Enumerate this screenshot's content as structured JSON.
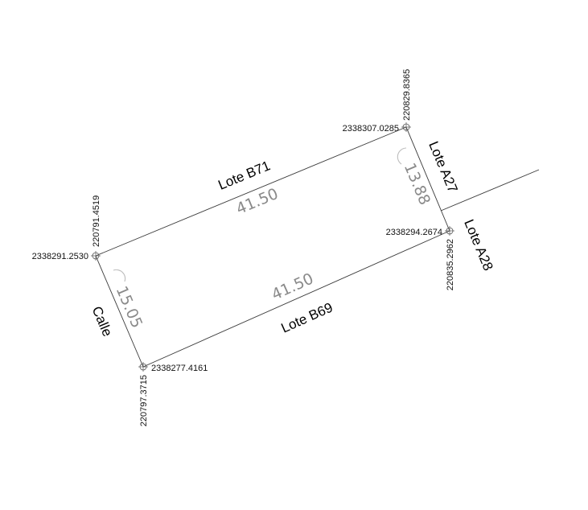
{
  "plan": {
    "vertices": [
      {
        "id": "nw",
        "north": "2338291.2530",
        "east": "220791.4519"
      },
      {
        "id": "ne",
        "north": "2338307.0285",
        "east": "220829.8365"
      },
      {
        "id": "se",
        "north": "2338294.2674",
        "east": "220835.2962"
      },
      {
        "id": "sw",
        "north": "2338277.4161",
        "east": "220797.3715"
      }
    ],
    "dimensions": {
      "north_side": "41.50",
      "east_side": "13.88",
      "south_side": "41.50",
      "west_side": "15.05"
    },
    "neighbors": {
      "north": "Lote B71",
      "east_upper": "Lote A27",
      "east_lower": "Lote A28",
      "south": "Lote B69",
      "west": "Calle"
    }
  },
  "colors": {
    "line": "#3a3a3a",
    "dimension_text": "#8a8a8a",
    "arc": "#bdbdbd",
    "text": "#000000"
  }
}
